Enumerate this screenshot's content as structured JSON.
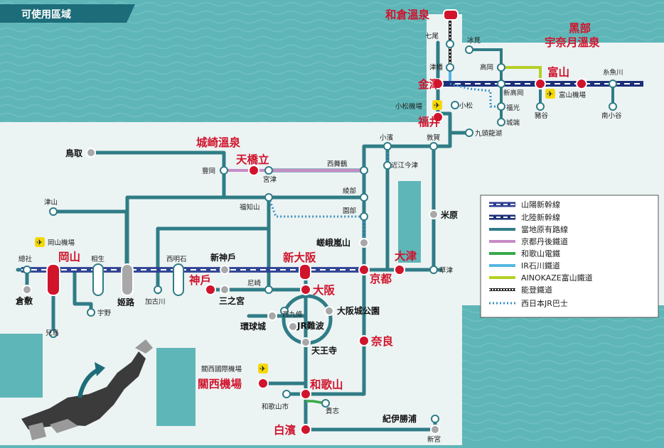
{
  "title": "可使用區域",
  "colors": {
    "sea": "#5fb6b8",
    "land": "#ecf3f3",
    "local_line": "#2f7c86",
    "sanyo_shinkansen": "#2e3d94",
    "hokuriku_shinkansen": "#1c2f7a",
    "kyoto_tango": "#c78bc5",
    "wakayama_dentetsu": "#38a94a",
    "ir_ishikawa": "#55b7e3",
    "ainokaze": "#b5cf24",
    "noto": "#222222",
    "jr_bus": "#3a8fc4",
    "major_station": "#d0142c"
  },
  "stations": {
    "wakura": "和倉溫泉",
    "nanao": "七尾",
    "tsubata": "津幡",
    "himi": "冰見",
    "takaoka": "高岡",
    "shin_takaoka": "新高岡",
    "kanazawa": "金澤",
    "toyama": "富山",
    "kurobe": "黑部",
    "unazuki": "宇奈月溫泉",
    "itoigawa": "糸魚川",
    "minami_otari": "南小谷",
    "toyama_airport": "富山機場",
    "fukumitsu": "福光",
    "johana": "城端",
    "inotani": "豬谷",
    "komatsu_airport": "小松機場",
    "komatsu": "小松",
    "fukui": "福井",
    "kuzuryuko": "九頭龍湖",
    "tsuruga": "敦賀",
    "obama": "小濱",
    "omi_imazu": "近江今津",
    "maibara": "米原",
    "nishimaizuru": "西舞鶴",
    "ayabe": "綾部",
    "sonobe": "園部",
    "saga_arashiyama": "嵯峨嵐山",
    "kyoto": "京都",
    "otsu": "大津",
    "kusatsu": "草津",
    "kinosaki": "城崎溫泉",
    "amanohashidate": "天橋立",
    "toyooka": "豐岡",
    "miyazu": "宮津",
    "fukuchiyama": "福知山",
    "tottori": "鳥取",
    "tsuyama": "津山",
    "okayama_airport": "岡山機場",
    "okayama": "岡山",
    "soja": "總社",
    "aioi": "相生",
    "kurashiki": "倉敷",
    "kojima": "兒島",
    "uno": "宇野",
    "himeji": "姬路",
    "kakogawa": "加古川",
    "nishiakashi": "西明石",
    "shin_kobe": "新神戶",
    "kobe": "神戶",
    "sannomiya": "三之宮",
    "amagasaki": "尼崎",
    "shin_osaka": "新大阪",
    "osaka": "大阪",
    "nishikujo": "西九條",
    "universal": "環球城",
    "jr_namba": "JR難波",
    "osakajo_koen": "大阪城公園",
    "tennoji": "天王寺",
    "nara": "奈良",
    "kansai_airport_mark": "關西國際機場",
    "kansai_airport": "關西機場",
    "wakayama": "和歌山",
    "wakayamashi": "和歌山市",
    "kishi": "貴志",
    "shirahama": "白濱",
    "kii_katsuura": "紀伊勝浦",
    "shingu": "新宮"
  },
  "legend": [
    {
      "label": "山陽新幹線",
      "color": "#2e3d94",
      "style": "shinkansen"
    },
    {
      "label": "北陸新幹線",
      "color": "#1c2f7a",
      "style": "shinkansen"
    },
    {
      "label": "當地原有路線",
      "color": "#2f7c86",
      "style": "solid"
    },
    {
      "label": "京都丹後鐵道",
      "color": "#c78bc5",
      "style": "solid"
    },
    {
      "label": "和歌山電鐵",
      "color": "#38a94a",
      "style": "solid"
    },
    {
      "label": "IR石川鐵道",
      "color": "#55b7e3",
      "style": "solid"
    },
    {
      "label": "AINOKAZE富山鐵道",
      "color": "#b5cf24",
      "style": "solid"
    },
    {
      "label": "能登鐵道",
      "color": "#222222",
      "style": "rail"
    },
    {
      "label": "西日本JR巴士",
      "color": "#3a8fc4",
      "style": "dotted"
    }
  ]
}
